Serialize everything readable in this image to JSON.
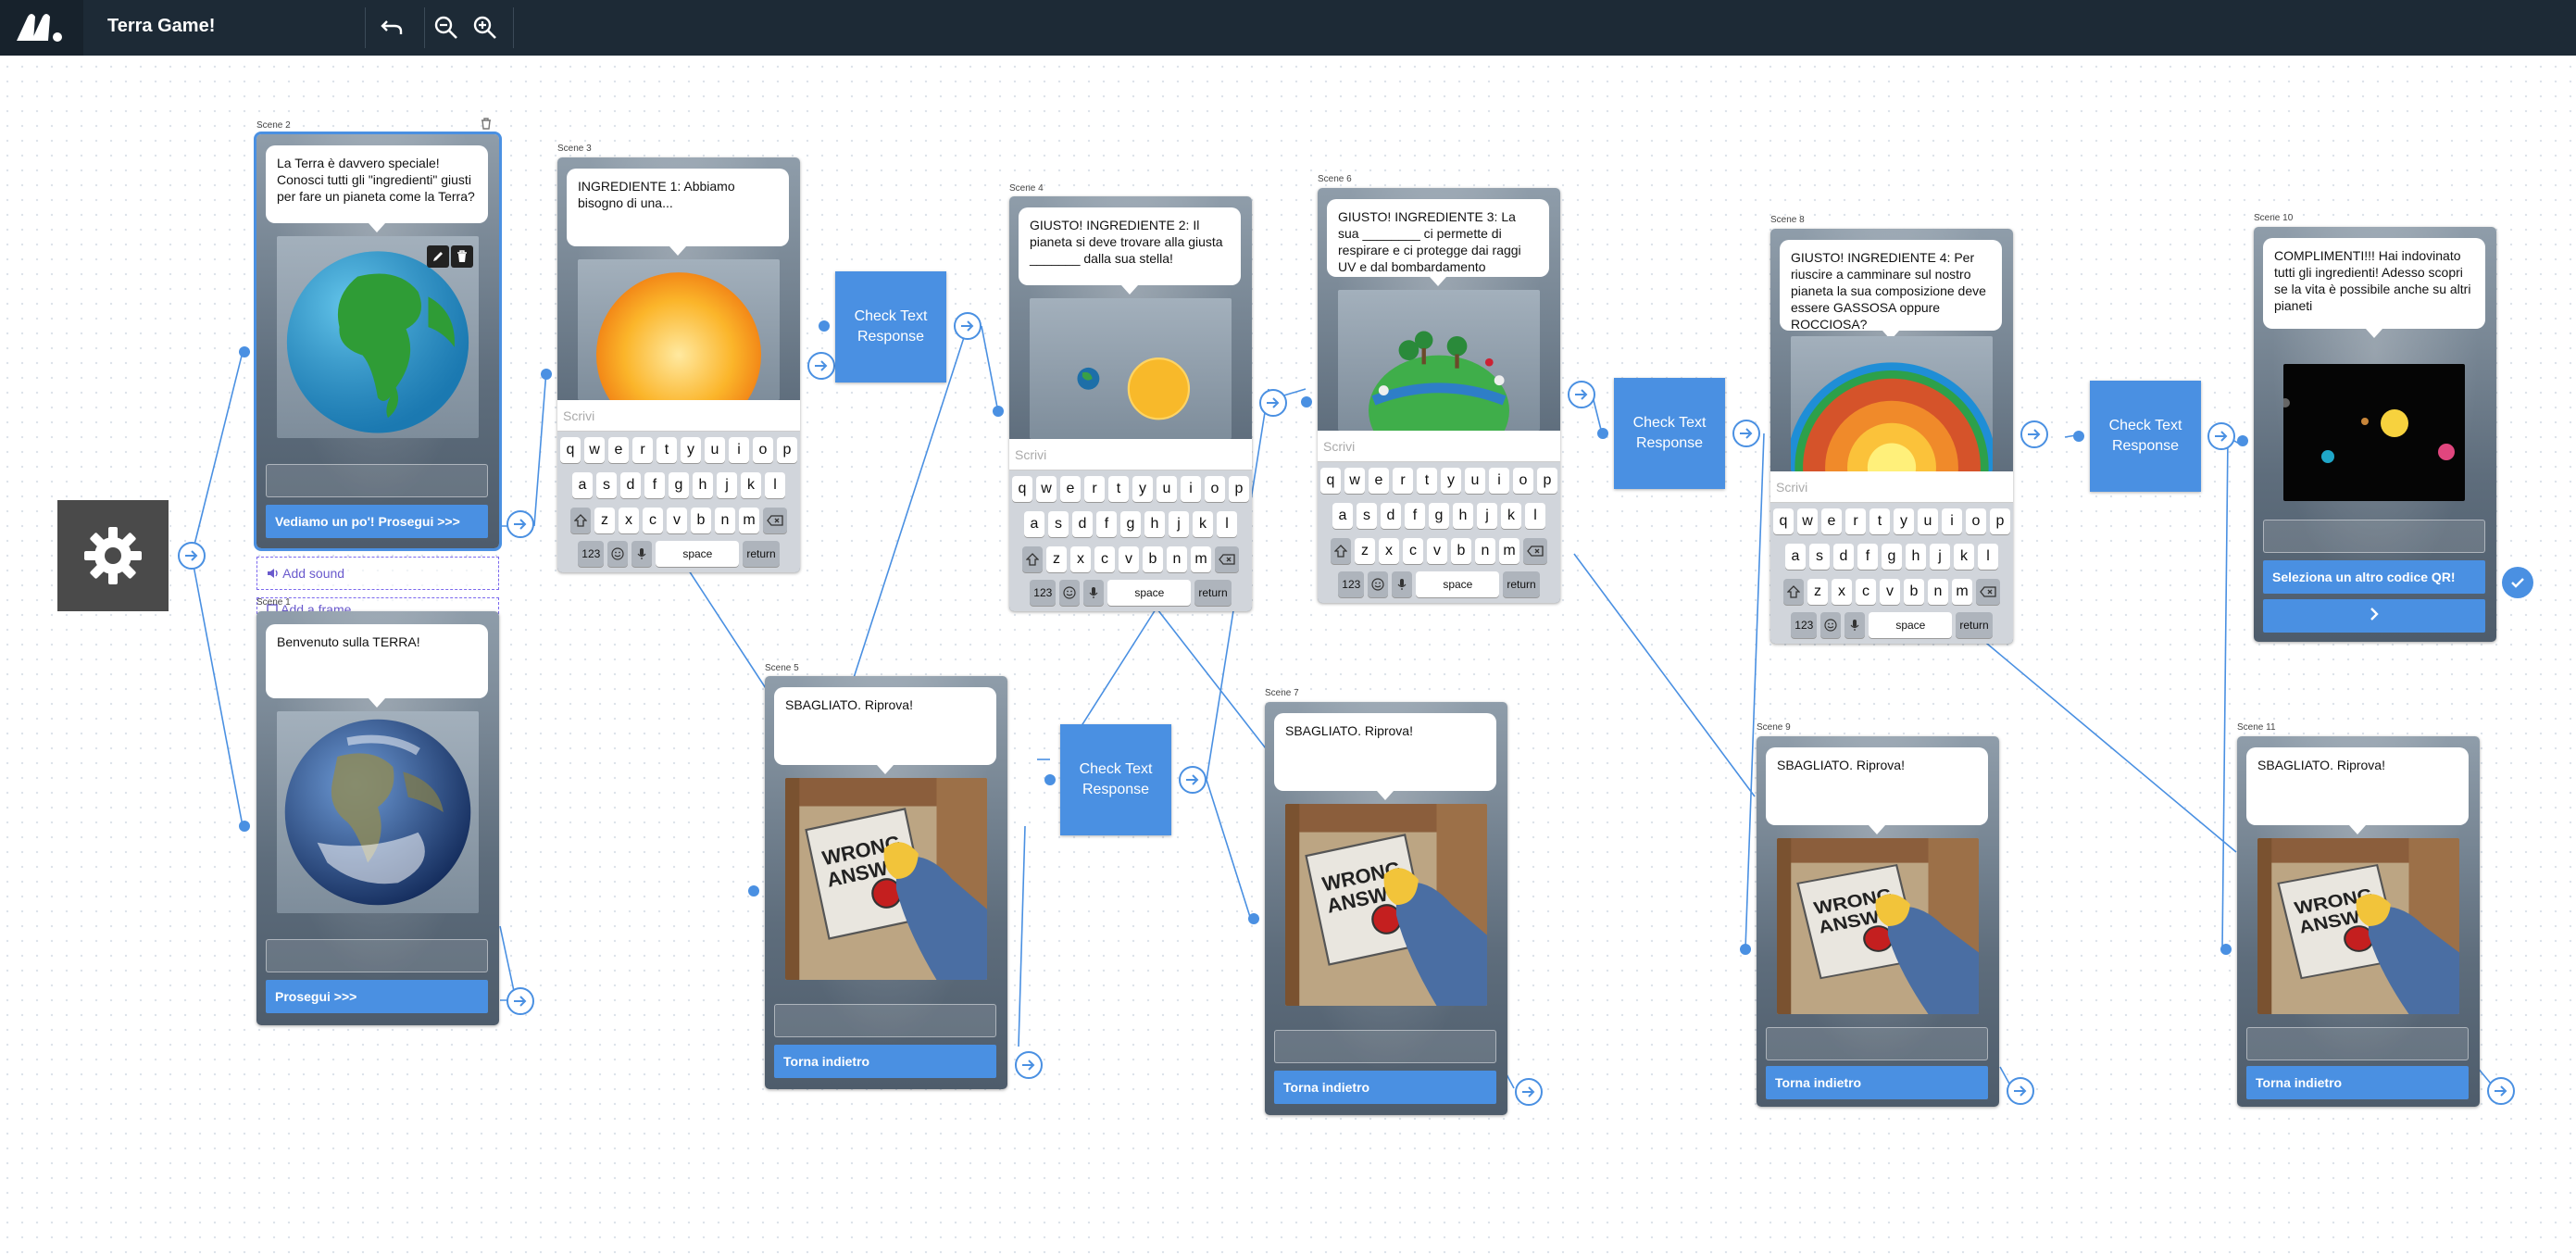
{
  "app": {
    "title": "Terra Game!"
  },
  "keyboard": {
    "placeholder": "Scrivi",
    "row1": [
      "q",
      "w",
      "e",
      "r",
      "t",
      "y",
      "u",
      "i",
      "o",
      "p"
    ],
    "row2": [
      "a",
      "s",
      "d",
      "f",
      "g",
      "h",
      "j",
      "k",
      "l"
    ],
    "row3": [
      "z",
      "x",
      "c",
      "v",
      "b",
      "n",
      "m"
    ],
    "num_key": "123",
    "space_key": "space",
    "return_key": "return"
  },
  "check_text_response": "Check Text Response",
  "scene_options": {
    "add_sound": "Add sound",
    "add_frame": "Add a frame"
  },
  "scenes": {
    "s1": {
      "label": "Scene 1",
      "text": "Benvenuto sulla TERRA!",
      "button": "Prosegui >>>"
    },
    "s2": {
      "label": "Scene 2",
      "text": "La Terra è davvero speciale! Conosci tutti gli \"ingredienti\" giusti per fare un pianeta come la Terra?",
      "button": "Vediamo un po'! Prosegui >>>"
    },
    "s3": {
      "label": "Scene 3",
      "text": "INGREDIENTE 1: Abbiamo bisogno di una..."
    },
    "s4": {
      "label": "Scene 4",
      "text": "GIUSTO! INGREDIENTE 2: Il pianeta si deve trovare alla giusta _______ dalla sua stella!"
    },
    "s5": {
      "label": "Scene 5",
      "text": "SBAGLIATO. Riprova!",
      "button": "Torna indietro"
    },
    "s6": {
      "label": "Scene 6",
      "text": "GIUSTO! INGREDIENTE 3: La sua ________ ci permette di respirare e ci protegge dai raggi UV e dal bombardamento meteorico!"
    },
    "s7": {
      "label": "Scene 7",
      "text": "SBAGLIATO. Riprova!",
      "button": "Torna indietro"
    },
    "s8": {
      "label": "Scene 8",
      "text": "GIUSTO! INGREDIENTE 4: Per riuscire a camminare sul nostro pianeta la sua composizione deve essere GASSOSA oppure ROCCIOSA?"
    },
    "s9": {
      "label": "Scene 9",
      "text": "SBAGLIATO. Riprova!",
      "button": "Torna indietro"
    },
    "s10": {
      "label": "Scene 10",
      "text": "COMPLIMENTI!!! Hai indovinato tutti gli ingredienti! Adesso scopri se la vita è possibile anche su altri pianeti",
      "button": "Seleziona un altro codice QR!",
      "button2": ">"
    },
    "s11": {
      "label": "Scene 11",
      "text": "SBAGLIATO. Riprova!",
      "button": "Torna indietro"
    }
  },
  "wrong_sign": {
    "line1": "WRONG",
    "line2": "ANSW"
  },
  "colors": {
    "accent": "#4a90e2",
    "topbar": "#1d2a36",
    "option": "#7b68ee"
  },
  "icons": [
    "app-logo-icon",
    "undo-icon",
    "zoom-out-icon",
    "zoom-in-icon",
    "gear-icon",
    "arrow-right-icon",
    "speaker-icon",
    "frame-icon",
    "pencil-icon",
    "trash-icon",
    "checkmark-icon",
    "shift-icon",
    "backspace-icon",
    "emoji-icon",
    "microphone-icon"
  ]
}
